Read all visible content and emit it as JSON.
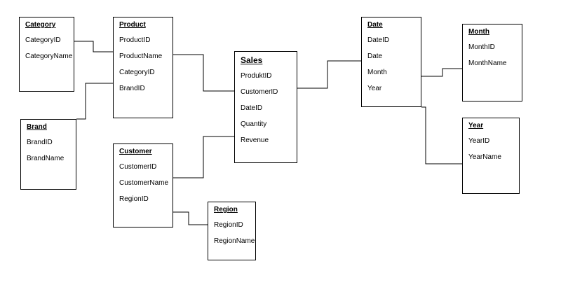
{
  "entities": {
    "category": {
      "title": "Category",
      "fields": [
        "CategoryID",
        "CategoryName"
      ]
    },
    "product": {
      "title": "Product",
      "fields": [
        "ProductID",
        "ProductName",
        "CategoryID",
        "BrandID"
      ]
    },
    "brand": {
      "title": "Brand",
      "fields": [
        "BrandID",
        "BrandName"
      ]
    },
    "customer": {
      "title": "Customer",
      "fields": [
        "CustomerID",
        "CustomerName",
        "RegionID"
      ]
    },
    "sales": {
      "title": "Sales",
      "fields": [
        "ProduktID",
        "CustomerID",
        "DateID",
        "Quantity",
        "Revenue"
      ]
    },
    "region": {
      "title": "Region",
      "fields": [
        "RegionID",
        "RegionName"
      ]
    },
    "date": {
      "title": "Date",
      "fields": [
        "DateID",
        "Date",
        "Month",
        "Year"
      ]
    },
    "month": {
      "title": "Month",
      "fields": [
        "MonthID",
        "MonthName"
      ]
    },
    "year": {
      "title": "Year",
      "fields": [
        "YearID",
        "YearName"
      ]
    }
  },
  "relationships": [
    {
      "from": "category",
      "to": "product"
    },
    {
      "from": "brand",
      "to": "product"
    },
    {
      "from": "product",
      "to": "sales"
    },
    {
      "from": "customer",
      "to": "sales"
    },
    {
      "from": "customer",
      "to": "region"
    },
    {
      "from": "sales",
      "to": "date"
    },
    {
      "from": "date",
      "to": "month"
    },
    {
      "from": "date",
      "to": "year"
    }
  ],
  "colors": {
    "line": "#000000",
    "box_border": "#000000",
    "background": "#ffffff"
  }
}
